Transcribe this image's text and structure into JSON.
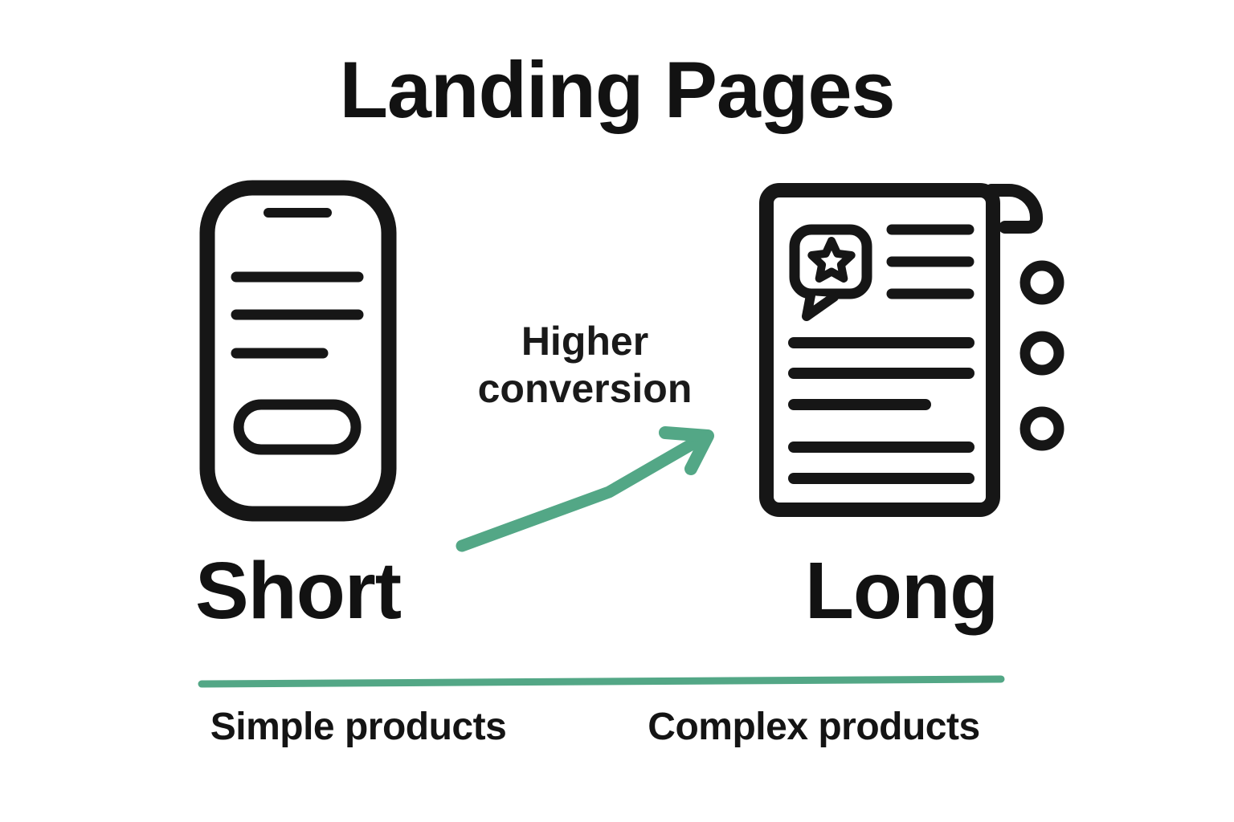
{
  "page": {
    "title": "Landing Pages"
  },
  "colors": {
    "ink": "#161616",
    "accent_green": "#53a786",
    "background": "#ffffff"
  },
  "comparison": {
    "left": {
      "label": "Short",
      "icon": "smartphone-short-page-icon",
      "caption": "Simple products"
    },
    "right": {
      "label": "Long",
      "icon": "long-document-icon",
      "caption": "Complex products"
    },
    "arrow": {
      "label": "Higher conversion",
      "icon": "upward-trend-arrow-icon",
      "direction": "up-right",
      "color": "#53a786"
    },
    "spectrum_line_color": "#53a786"
  }
}
